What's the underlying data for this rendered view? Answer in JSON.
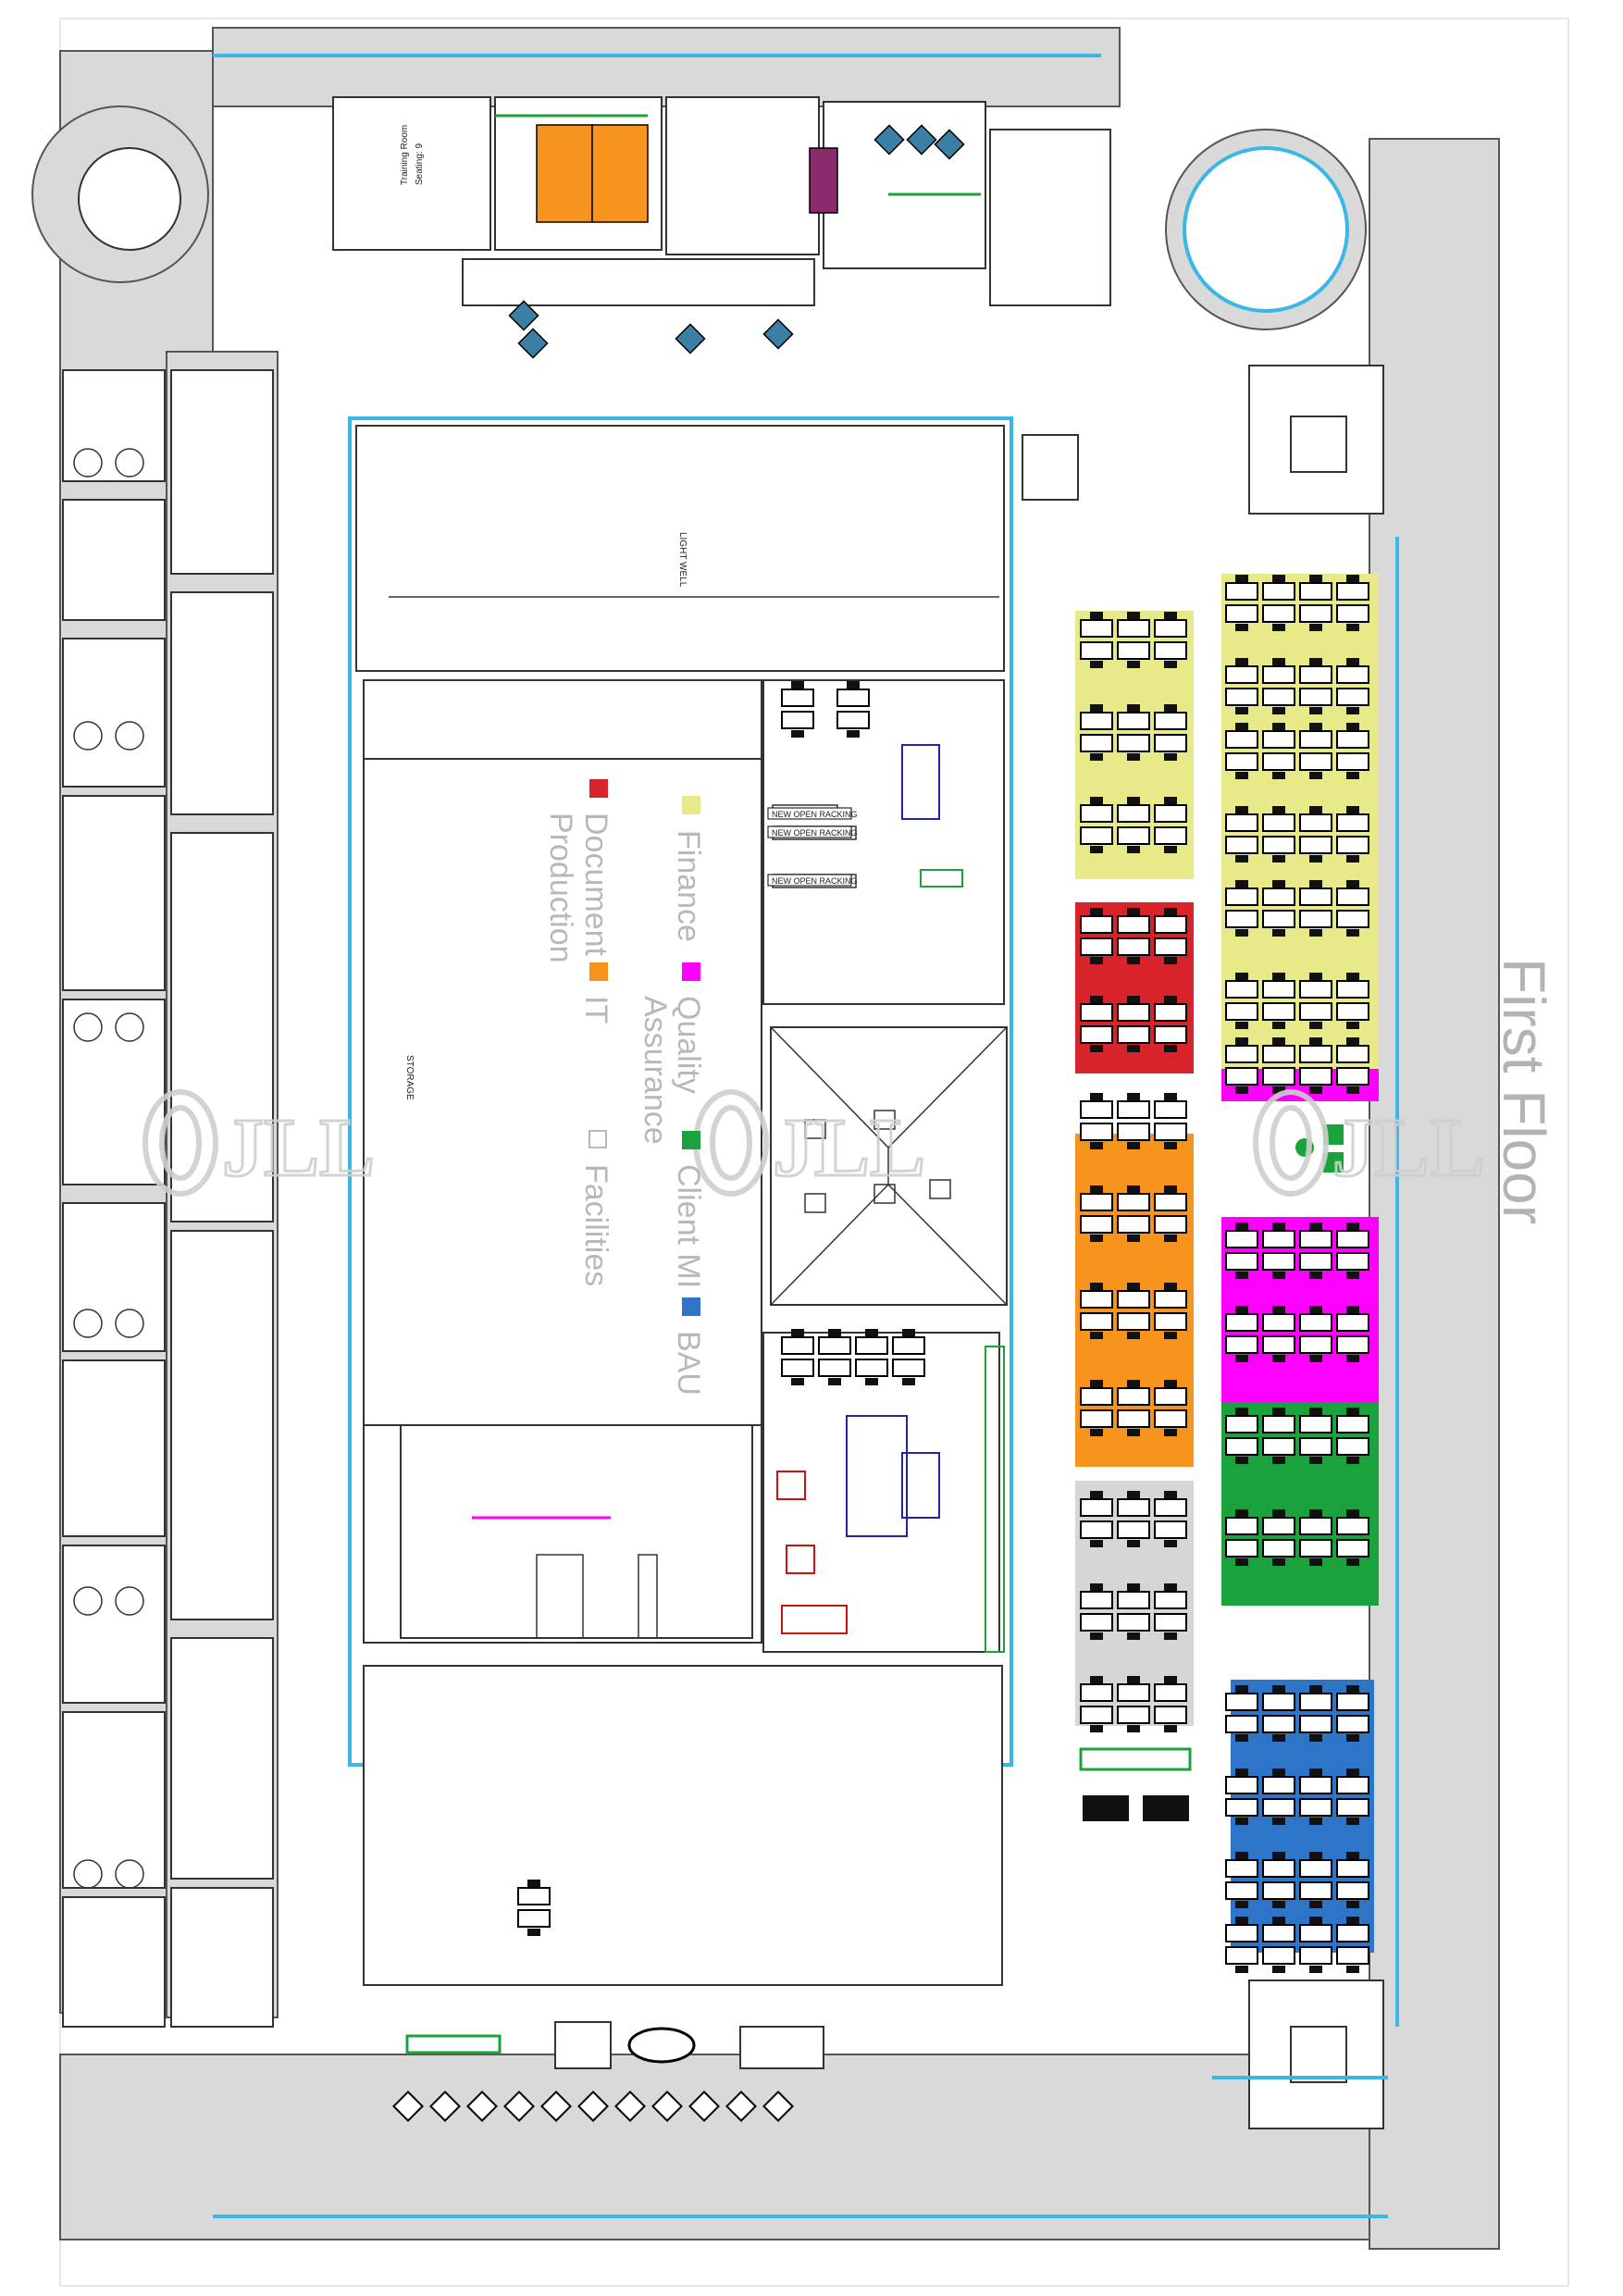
{
  "floor_title": "First Floor",
  "legend": [
    {
      "label": "Finance",
      "color": "#e8ea8a"
    },
    {
      "label": "Document",
      "label2": "Production",
      "color": "#d9232b"
    },
    {
      "label": "Quality",
      "label2": "Assurance",
      "color": "#ff00ff"
    },
    {
      "label": "IT",
      "color": "#f7941d"
    },
    {
      "label": "Client MI",
      "color": "#1aa33c"
    },
    {
      "label": "Facilities",
      "color": "#ffffff"
    },
    {
      "label": "BAU",
      "color": "#2e75c7"
    }
  ],
  "watermark": "JLL",
  "racking_labels": [
    "NEW OPEN RACKING",
    "NEW OPEN RACKING",
    "NEW OPEN RACKING"
  ],
  "annotations": {
    "training_room": "Training Room",
    "seating": "Seating: 9",
    "light_well": "LIGHT WELL",
    "storage": "STORAGE"
  },
  "zones": {
    "finance": "#e8ea8a",
    "document_production": "#d9232b",
    "it": "#f7941d",
    "quality_assurance": "#ff00ff",
    "client_mi": "#1aa33c",
    "bau": "#2e75c7",
    "facilities": "#d6d6d6",
    "glazing": "#39b7e6"
  }
}
